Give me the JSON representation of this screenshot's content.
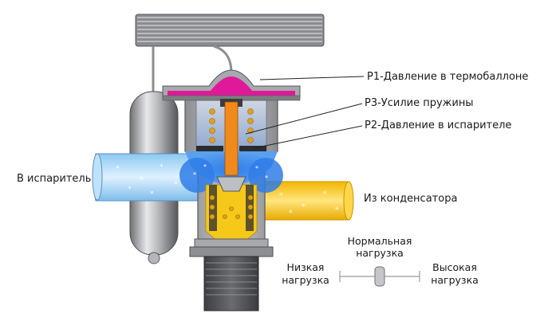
{
  "labels": {
    "p1": "P1-Давление в термобаллоне",
    "p3": "P3-Усилие пружины",
    "p2": "P2-Давление в испарителе",
    "to_evaporator": "В испаритель",
    "from_condenser": "Из конденсатора"
  },
  "load_slider": {
    "low": [
      "Низкая",
      "нагрузка"
    ],
    "normal": [
      "Нормальная",
      "нагрузка"
    ],
    "high": [
      "Высокая",
      "нагрузка"
    ],
    "position": 0.5
  },
  "colors": {
    "liquid_yellow": "#f6c81a",
    "gas_blue": "#9fd3f7",
    "diaphragm_magenta": "#e0189a",
    "steel": "#a7a9ad",
    "stem_orange": "#f08a1c",
    "spring_gold": "#e0a020",
    "base_dark": "#505256"
  }
}
